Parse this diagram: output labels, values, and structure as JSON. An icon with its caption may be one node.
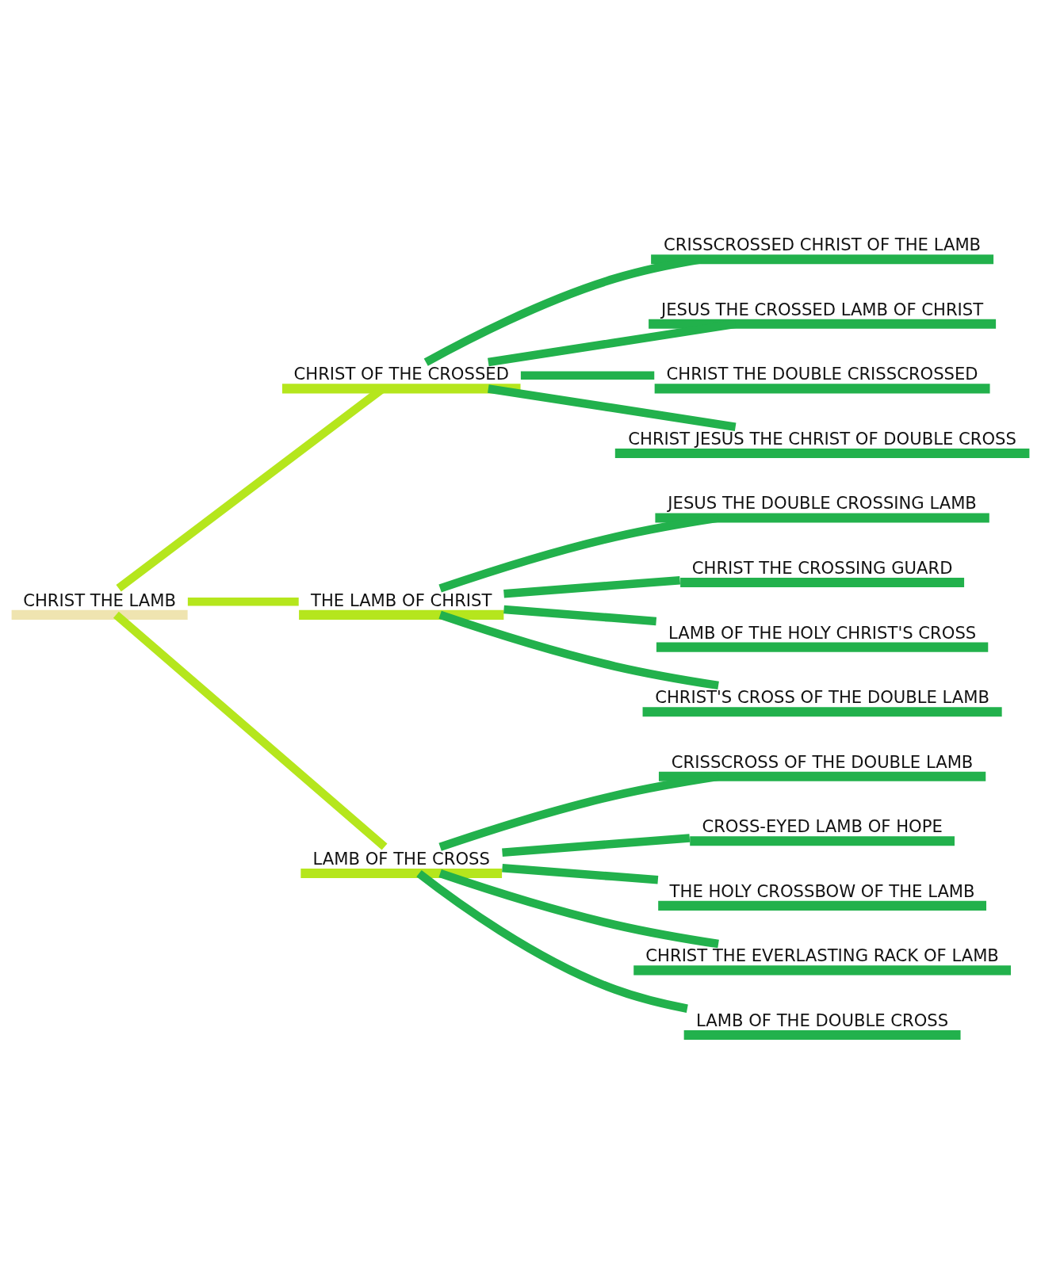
{
  "diagram": {
    "nodes": [
      {
        "text": [
          "CHRIST THE LAMB"
        ]
      },
      {
        "text": [
          "CHRIST OF THE CROSSED"
        ]
      },
      {
        "text": [
          "THE LAMB OF CHRIST"
        ]
      },
      {
        "text": [
          "LAMB OF THE CROSS"
        ]
      },
      {
        "text": [
          "CRISSCROSSED CHRIST OF THE LAMB"
        ]
      },
      {
        "text": [
          "JESUS THE CROSSED LAMB OF CHRIST"
        ]
      },
      {
        "text": [
          "CHRIST THE DOUBLE CRISSCROSSED"
        ]
      },
      {
        "text": [
          "CHRIST JESUS THE CHRIST OF DOUBLE CROSS"
        ]
      },
      {
        "text": [
          "JESUS THE DOUBLE CROSSING LAMB"
        ]
      },
      {
        "text": [
          "CHRIST THE CROSSING GUARD"
        ]
      },
      {
        "text": [
          "LAMB OF THE HOLY CHRIST'S CROSS"
        ]
      },
      {
        "text": [
          "CHRIST'S CROSS OF THE DOUBLE LAMB"
        ]
      },
      {
        "text": [
          "CRISSCROSS OF THE DOUBLE LAMB"
        ]
      },
      {
        "text": [
          "CROSS-EYED LAMB OF HOPE"
        ]
      },
      {
        "text": [
          "THE HOLY CROSSBOW OF THE LAMB"
        ]
      },
      {
        "text": [
          "CHRIST THE EVERLASTING RACK OF LAMB"
        ]
      },
      {
        "text": [
          "LAMB OF THE DOUBLE CROSS"
        ]
      }
    ],
    "edges": [
      {
        "from": 0,
        "to": 1,
        "arrow": "none",
        "color": "#b5e61d"
      },
      {
        "from": 0,
        "to": 2,
        "arrow": "none",
        "color": "#b5e61d"
      },
      {
        "from": 0,
        "to": 3,
        "arrow": "none",
        "color": "#b5e61d"
      },
      {
        "from": 1,
        "to": 4,
        "arrow": "none"
      },
      {
        "from": 1,
        "to": 5,
        "arrow": "none"
      },
      {
        "from": 1,
        "to": 6,
        "arrow": "none"
      },
      {
        "from": 1,
        "to": 7,
        "arrow": "none"
      },
      {
        "from": 2,
        "to": 8,
        "arrow": "none"
      },
      {
        "from": 2,
        "to": 9,
        "arrow": "none"
      },
      {
        "from": 2,
        "to": 10,
        "arrow": "none"
      },
      {
        "from": 2,
        "to": 11,
        "arrow": "none"
      },
      {
        "from": 3,
        "to": 12,
        "arrow": "none"
      },
      {
        "from": 3,
        "to": 13,
        "arrow": "none"
      },
      {
        "from": 3,
        "to": 14,
        "arrow": "none"
      },
      {
        "from": 3,
        "to": 15,
        "arrow": "none"
      },
      {
        "from": 3,
        "to": 16,
        "arrow": "none"
      }
    ]
  }
}
